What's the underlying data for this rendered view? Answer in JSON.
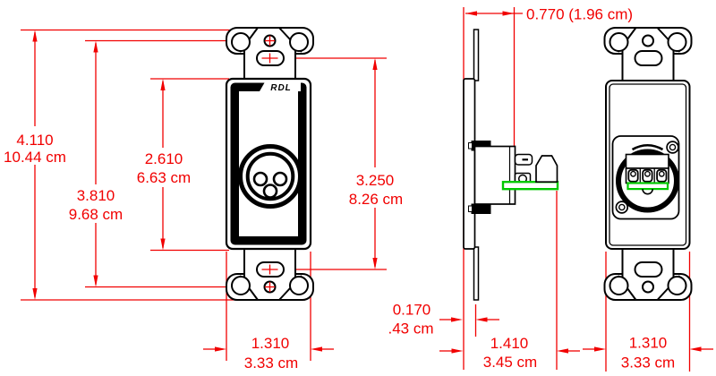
{
  "drawing": {
    "logo": "RDL",
    "colors": {
      "dimension_red": "#f10000",
      "pcb_green": "#00c800",
      "line_black": "#000000",
      "background": "#ffffff"
    },
    "front": {
      "overall_height_in": "4.110",
      "overall_height_cm": "10.44 cm",
      "mount_hole_spacing_in": "3.810",
      "mount_hole_spacing_cm": "9.68 cm",
      "face_height_in": "2.610",
      "face_height_cm": "6.63 cm",
      "slot_spacing_in": "3.250",
      "slot_spacing_cm": "8.26 cm",
      "width_in": "1.310",
      "width_cm": "3.33 cm"
    },
    "side": {
      "rear_depth": "0.770 (1.96 cm)",
      "plate_offset_in": "0.170",
      "plate_offset_cm": ".43 cm",
      "total_depth_in": "1.410",
      "total_depth_cm": "3.45 cm"
    },
    "rear": {
      "width_in": "1.310",
      "width_cm": "3.33 cm"
    }
  }
}
